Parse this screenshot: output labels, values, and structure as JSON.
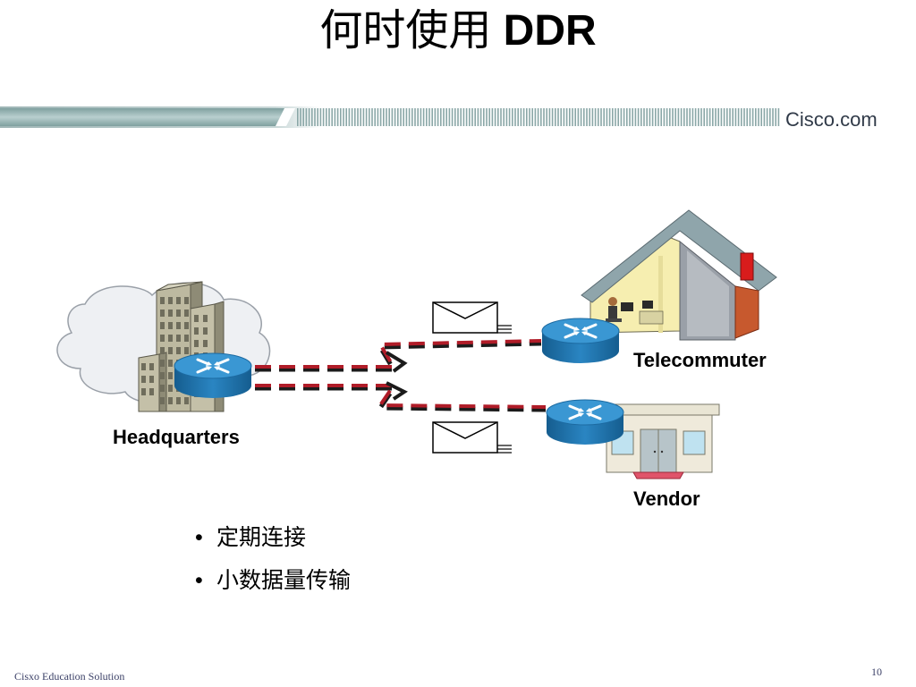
{
  "slide": {
    "title_cjk": "何时使用",
    "title_latin": "DDR",
    "logo_text": "Cisco.com",
    "footer": "Cisxo Education Solution",
    "page_number": "10"
  },
  "diagram": {
    "nodes": {
      "headquarters": "Headquarters",
      "telecommuter": "Telecommuter",
      "vendor": "Vendor"
    },
    "colors": {
      "router_top": "#3a97d3",
      "router_side": "#1e6fa8",
      "link_dash": "#b01c28",
      "cloud": "#eef0f3",
      "building": "#b8b49a"
    }
  },
  "bullets": [
    "定期连接",
    "小数据量传输"
  ]
}
